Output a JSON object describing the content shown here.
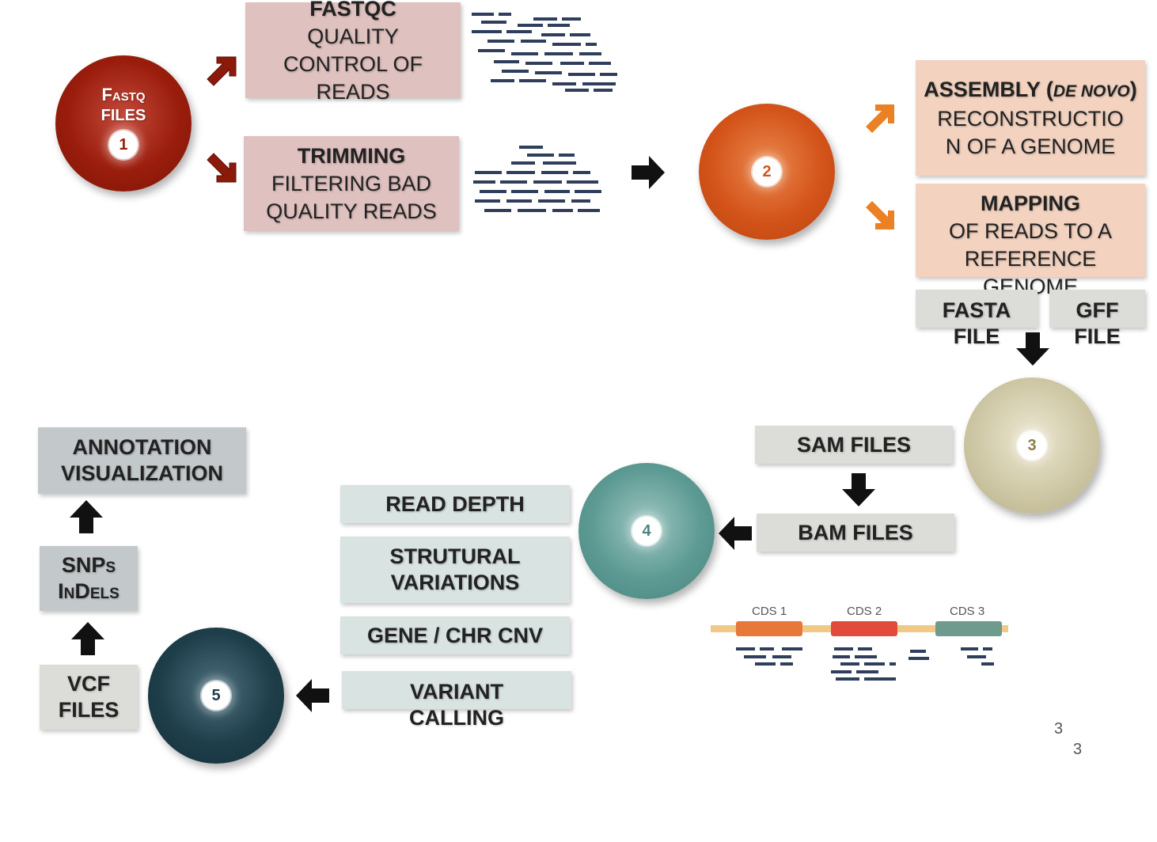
{
  "circles": {
    "c1": {
      "title_line1": "Fastq",
      "title_line2": "files",
      "number": "1",
      "color": "#9a1d0c"
    },
    "c2": {
      "number": "2",
      "color": "#d4541a"
    },
    "c3": {
      "number": "3",
      "color": "#cfc8a6"
    },
    "c4": {
      "number": "4",
      "color": "#5c9a93"
    },
    "c5": {
      "number": "5",
      "color": "#1e3e4a"
    }
  },
  "boxes": {
    "fastqc": {
      "bold": "FASTQC",
      "text": "QUALITY CONTROL OF READS"
    },
    "trimming": {
      "bold": "TRIMMING",
      "text": "FILTERING BAD QUALITY READS"
    },
    "assembly": {
      "bold": "ASSEMBLY (",
      "italic": "DE NOVO",
      "bold_end": ")",
      "text": "RECONSTRUCTIO N OF A GENOME"
    },
    "mapping": {
      "bold": "MAPPING",
      "text": "OF READS TO A REFERENCE GENOME"
    },
    "fasta": "FASTA FILE",
    "gff": "GFF FILE",
    "sam": "SAM FILES",
    "bam": "BAM FILES",
    "read_depth": "READ DEPTH",
    "structural": "STRUTURAL VARIATIONS",
    "cnv": "GENE / CHR CNV",
    "variant": "VARIANT CALLING",
    "annotation_line1": "ANNOTATION",
    "annotation_line2": "VISUALIZATION",
    "snps_line1": "SNPs",
    "snps_line2": "InDels",
    "vcf_line1": "VCF",
    "vcf_line2": "FILES"
  },
  "genome": {
    "cds": [
      "CDS 1",
      "CDS 2",
      "CDS 3"
    ],
    "colors": {
      "cds1": "#e8773a",
      "cds2": "#e24a3c",
      "cds3": "#6f9a8e",
      "backbone": "#f1c987",
      "reads": "#2e3e5c"
    }
  },
  "page_numbers": [
    "3",
    "3"
  ],
  "icons": [
    "arrow-icon",
    "read-fragment-icon"
  ]
}
